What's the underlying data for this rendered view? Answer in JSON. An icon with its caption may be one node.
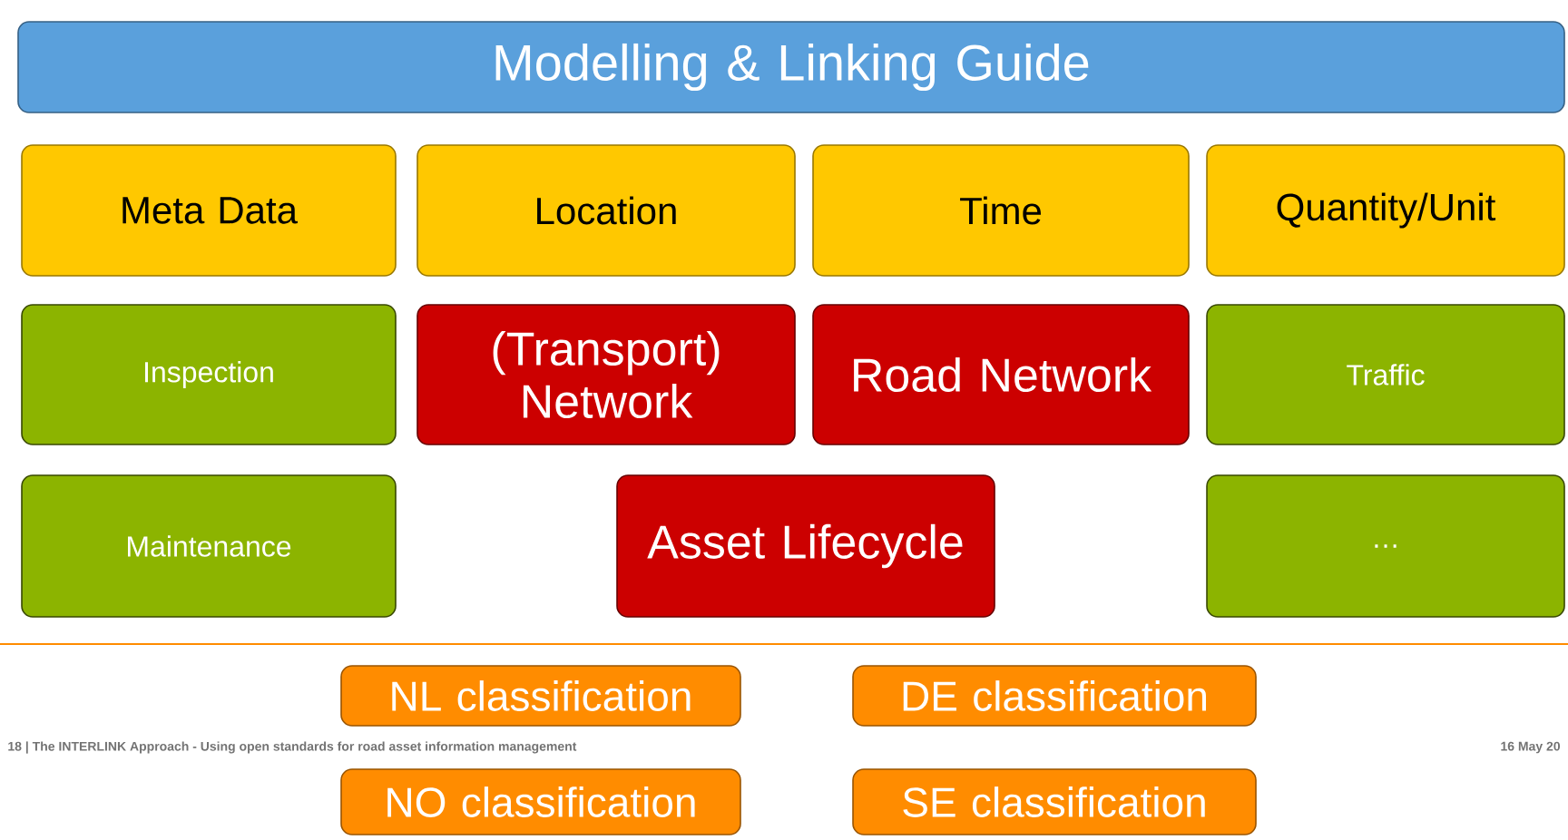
{
  "diagram": {
    "nodes": [
      {
        "text": [
          "Modelling & Linking Guide"
        ]
      },
      {
        "text": [
          "Meta Data"
        ]
      },
      {
        "text": [
          "Location"
        ]
      },
      {
        "text": [
          "Time"
        ]
      },
      {
        "text": [
          "Quantity/Unit"
        ]
      },
      {
        "text": [
          "Inspection"
        ]
      },
      {
        "text": [
          "(Transport) Network"
        ]
      },
      {
        "text": [
          "Road Network"
        ]
      },
      {
        "text": [
          "Traffic"
        ]
      },
      {
        "text": [
          "Maintenance"
        ]
      },
      {
        "text": [
          "Asset Lifecycle"
        ]
      },
      {
        "text": [
          "…"
        ]
      },
      {
        "text": [
          "NL classification"
        ]
      },
      {
        "text": [
          "DE classification"
        ]
      },
      {
        "text": [
          "NO classification"
        ]
      },
      {
        "text": [
          "SE classification"
        ]
      }
    ],
    "edges": [],
    "labels": [
      "18 | The INTERLINK Approach - Using open standards for road asset information management",
      "16 May 20"
    ]
  }
}
